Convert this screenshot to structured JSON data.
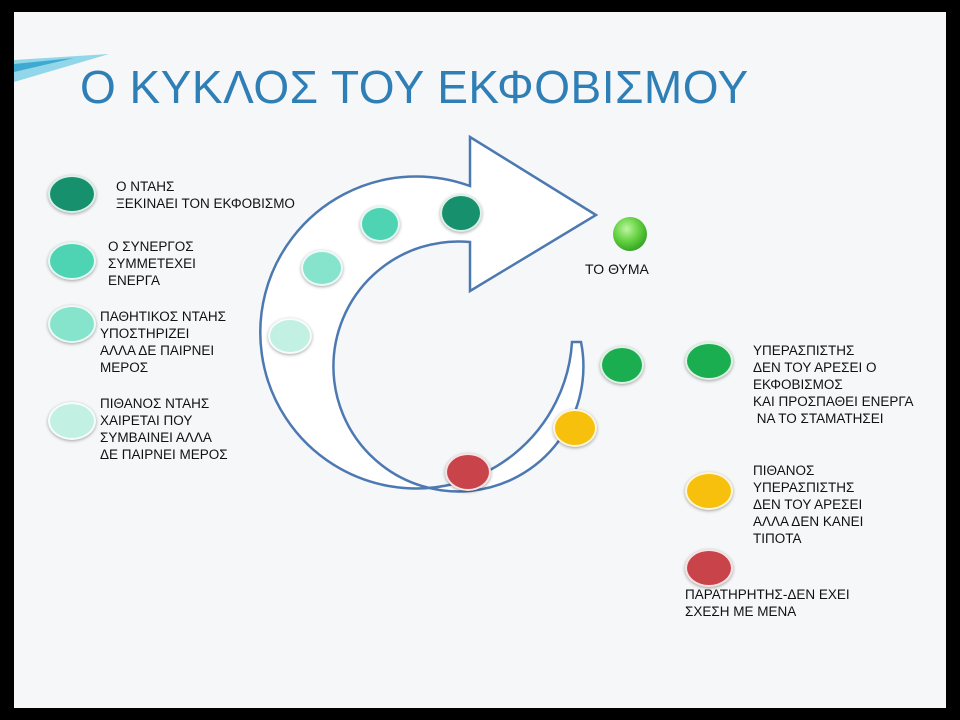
{
  "slide": {
    "title": "Ο ΚΥΚΛΟΣ ΤΟΥ ΕΚΦΟΒΙΣΜΟΥ",
    "victim_label": "ΤΟ ΘΥΜΑ"
  },
  "legend_left": [
    {
      "label": "Ο ΝΤΑΗΣ\nΞΕΚΙΝΑΕΙ ΤΟΝ ΕΚΦΟΒΙΣΜΟ",
      "color": "#17916d"
    },
    {
      "label": "Ο ΣΥΝΕΡΓΟΣ\nΣΥΜΜΕΤΕΧΕΙ\nΕΝΕΡΓΑ",
      "color": "#4fd4b3"
    },
    {
      "label": "ΠΑΘΗΤΙΚΟΣ ΝΤΑΗΣ\nΥΠΟΣΤΗΡΙΖΕΙ\nΑΛΛΑ ΔΕ ΠΑΙΡΝΕΙ\nΜΕΡΟΣ",
      "color": "#86e4cd"
    },
    {
      "label": "ΠΙΘΑΝΟΣ ΝΤΑΗΣ\nΧΑΙΡΕΤΑΙ ΠΟΥ\nΣΥΜΒΑΙΝΕΙ ΑΛΛΑ\nΔΕ ΠΑΙΡΝΕΙ ΜΕΡΟΣ",
      "color": "#c2f1e4"
    }
  ],
  "legend_right": [
    {
      "label": "ΥΠΕΡΑΣΠΙΣΤΗΣ\nΔΕΝ ΤΟΥ ΑΡΕΣΕΙ Ο\nΕΚΦΟΒΙΣΜΟΣ\nΚΑΙ ΠΡΟΣΠΑΘΕΙ ΕΝΕΡΓΑ\n ΝΑ ΤΟ ΣΤΑΜΑΤΗΣΕΙ",
      "color": "#1bae50"
    },
    {
      "label": "ΠΙΘΑΝΟΣ\nΥΠΕΡΑΣΠΙΣΤΗΣ\nΔΕΝ ΤΟΥ ΑΡΕΣΕΙ\nΑΛΛΑ ΔΕΝ ΚΑΝΕΙ\nΤΙΠΟΤΑ",
      "color": "#f6c00c"
    },
    {
      "label": "ΠΑΡΑΤΗΡΗΤΗΣ-ΔΕΝ ΕΧΕΙ\nΣΧΕΣΗ ΜΕ ΜΕΝΑ",
      "color": "#c8434a"
    }
  ]
}
